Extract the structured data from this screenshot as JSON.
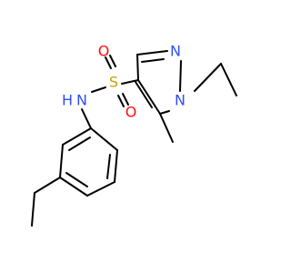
{
  "molecule": {
    "atoms": {
      "N1": "N",
      "N2": "N",
      "NH_N": "N",
      "NH_H": "H",
      "S": "S",
      "O1": "O",
      "O2": "O"
    },
    "colors": {
      "nitrogen": "#3050f8",
      "oxygen": "#ff0d0d",
      "sulfur": "#c8a000",
      "bond": "#000000"
    }
  }
}
